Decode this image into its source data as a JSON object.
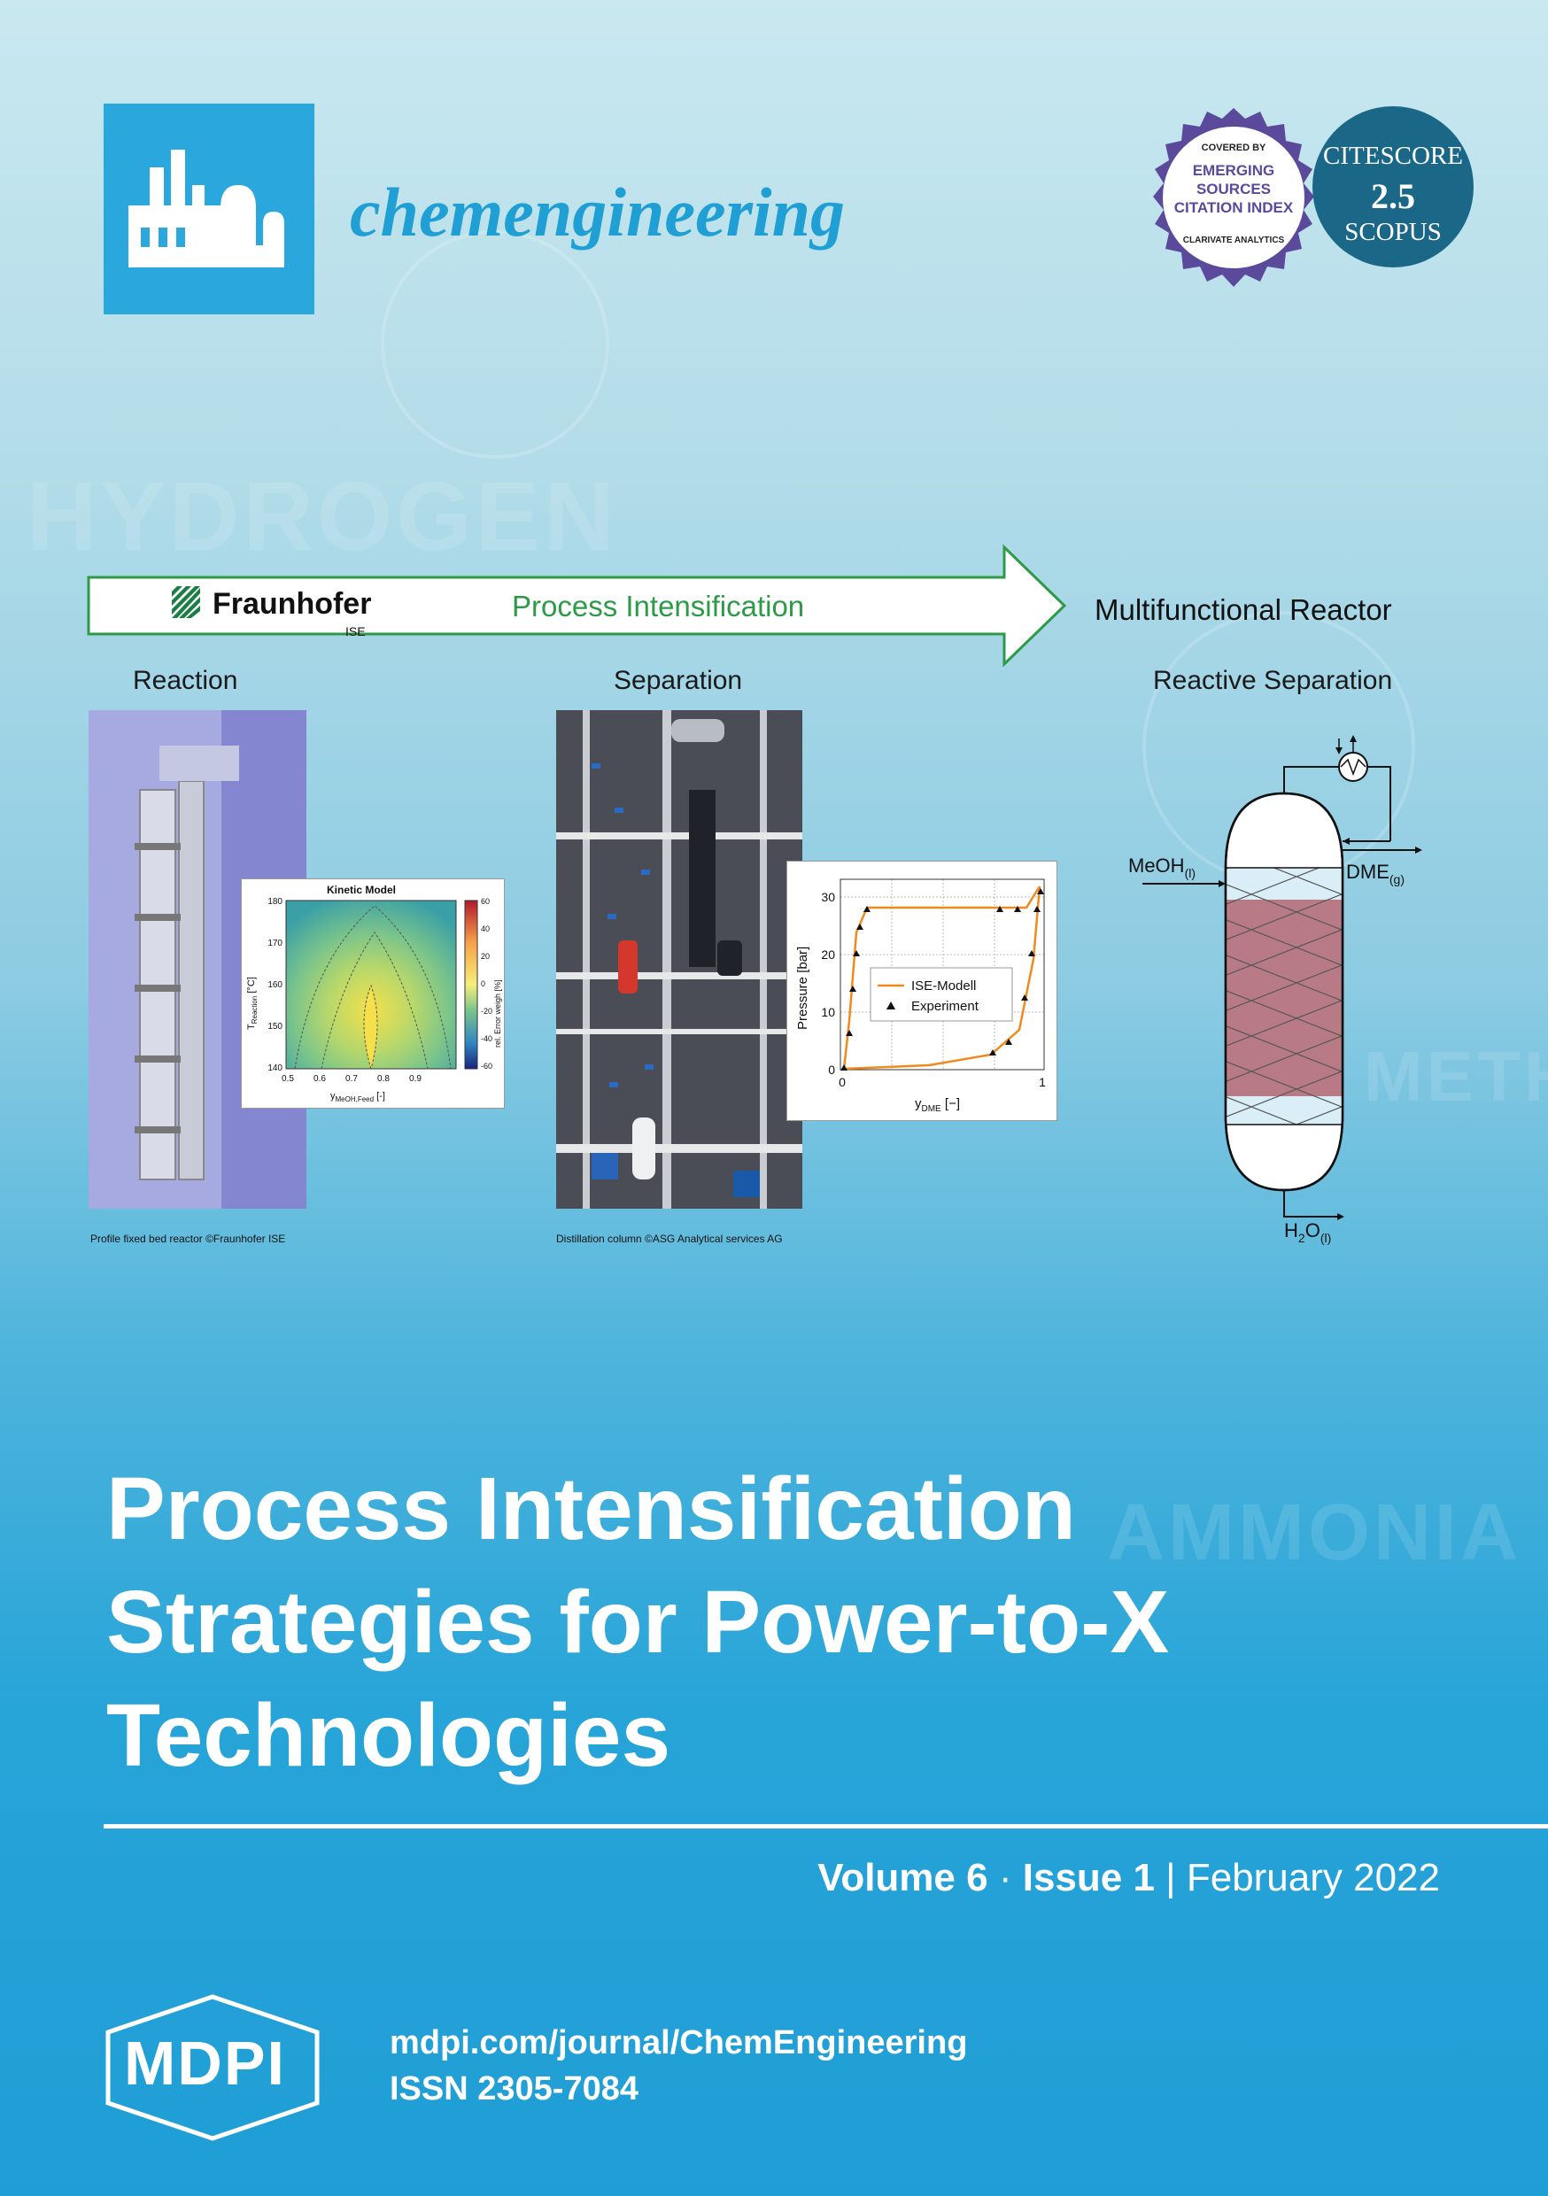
{
  "journal": {
    "name": "chemengineering"
  },
  "badges": {
    "esci": {
      "top": "COVERED BY",
      "line1": "EMERGING",
      "line2": "SOURCES",
      "line3": "CITATION INDEX",
      "bottom": "CLARIVATE ANALYTICS"
    },
    "citescore": {
      "label": "CITESCORE",
      "value": "2.5",
      "source": "SCOPUS"
    }
  },
  "figure": {
    "banner_logo": "Fraunhofer",
    "banner_logo_sub": "ISE",
    "banner_text": "Process Intensification",
    "arrow_target": "Multifunctional Reactor",
    "col1_label": "Reaction",
    "col2_label": "Separation",
    "col3_label": "Reactive Separation",
    "caption1": "Profile fixed bed reactor ©Fraunhofer ISE",
    "caption2": "Distillation column ©ASG Analytical services AG",
    "kinetic": {
      "title": "Kinetic Model",
      "ylabel": "T",
      "ylabel_sub": "Reaction",
      "ylabel_unit": " [°C]",
      "xlabel": "y",
      "xlabel_sub": "MeOH,Feed",
      "xlabel_unit": " [-]",
      "colorbar_label": "rel. Error weigh [%]",
      "yticks": [
        "180",
        "170",
        "160",
        "150",
        "140"
      ],
      "xticks": [
        "0.5",
        "0.6",
        "0.7",
        "0.8",
        "0.9"
      ],
      "cticks": [
        "60",
        "40",
        "20",
        "0",
        "-20",
        "-40",
        "-60"
      ]
    },
    "vle": {
      "ylabel": "Pressure [bar]",
      "xlabel": "y",
      "xlabel_sub": "DME",
      "xlabel_unit": " [−]",
      "yticks": [
        "30",
        "20",
        "10",
        "0"
      ],
      "xticks": [
        "0",
        "1"
      ],
      "legend_line": "ISE-Modell",
      "legend_marker": "Experiment"
    },
    "reactor": {
      "feed": "MeOH",
      "feed_sub": "(l)",
      "top_product": "DME",
      "top_product_sub": "(g)",
      "bottom_product": "H",
      "bottom_product_mid": "2",
      "bottom_product_end": "O",
      "bottom_product_sub": "(l)"
    }
  },
  "background_words": {
    "w1": "HYDROGEN",
    "w2": "AMMONIA",
    "w3": "METH"
  },
  "title": {
    "line1": "Process Intensification",
    "line2": "Strategies for Power-to-X",
    "line3": "Technologies"
  },
  "issue": {
    "volume": "Volume 6",
    "sep": " · ",
    "issue": "Issue 1",
    "bar": " | ",
    "date": "February 2022"
  },
  "footer": {
    "publisher": "MDPI",
    "url": "mdpi.com/journal/ChemEngineering",
    "issn": "ISSN 2305-7084"
  },
  "colors": {
    "accent": "#2aa8de",
    "citescore": "#1b6788",
    "banner_green": "#2d9a48",
    "esci_purple": "#5b4a9c"
  }
}
